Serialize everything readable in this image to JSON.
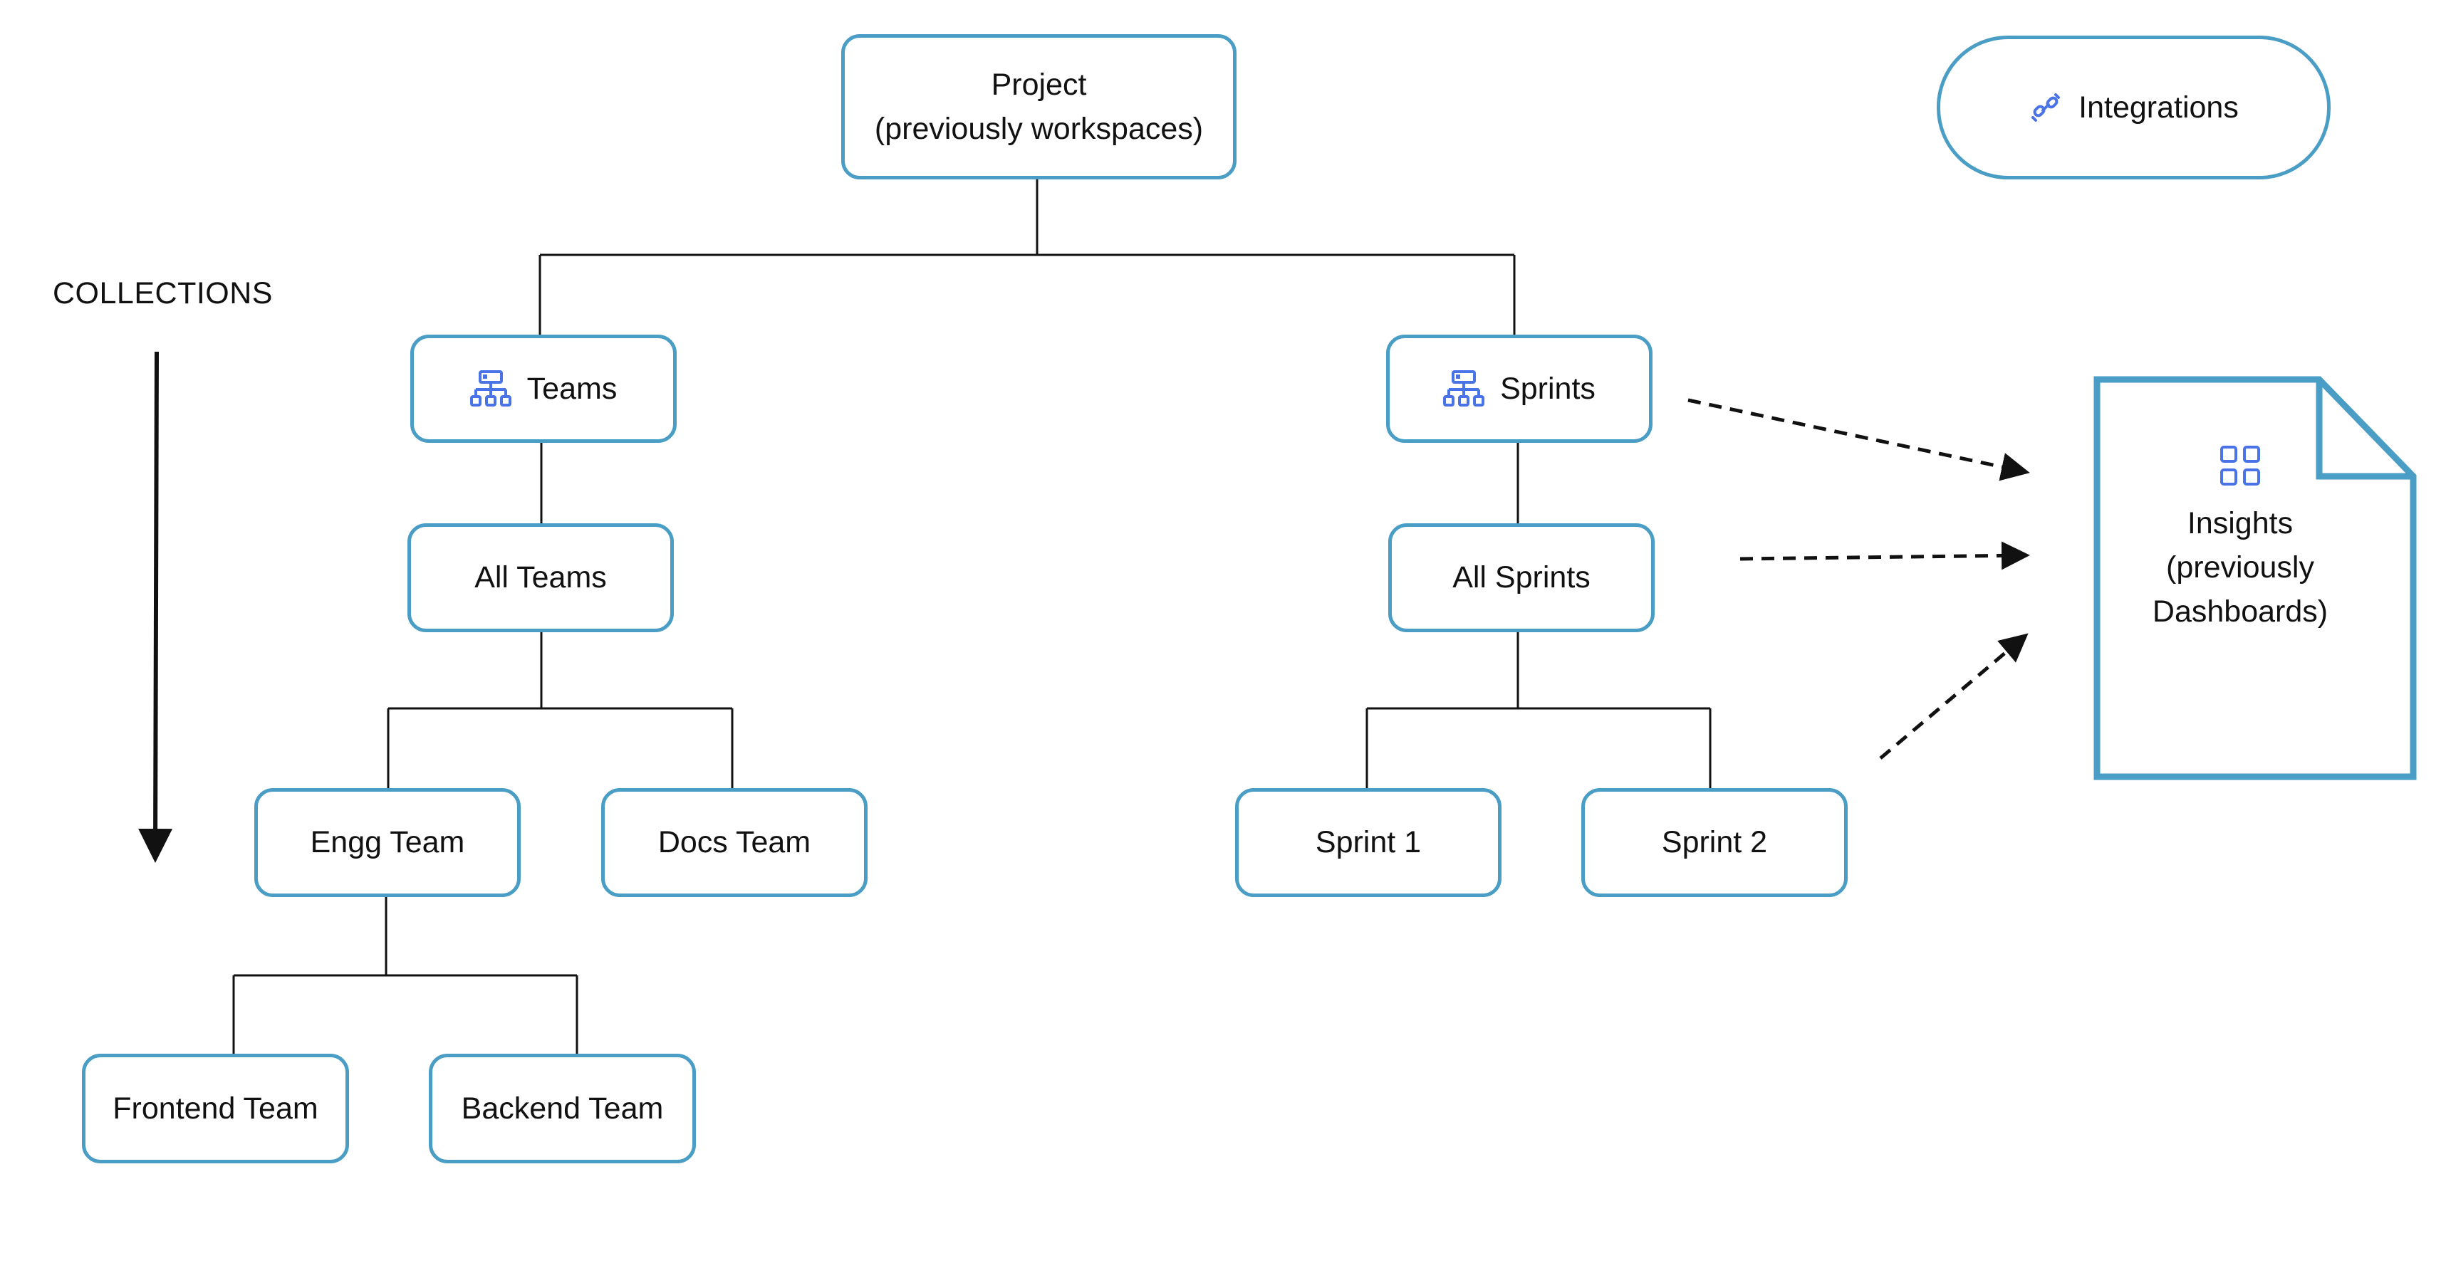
{
  "diagram": {
    "side_label": "COLLECTIONS",
    "project": {
      "line1": "Project",
      "line2": "(previously workspaces)"
    },
    "integrations": {
      "label": "Integrations",
      "icon": "link-icon"
    },
    "teams": {
      "label": "Teams",
      "icon": "org-chart-icon"
    },
    "sprints": {
      "label": "Sprints",
      "icon": "org-chart-icon"
    },
    "all_teams": {
      "label": "All Teams"
    },
    "all_sprints": {
      "label": "All Sprints"
    },
    "engg_team": {
      "label": "Engg Team"
    },
    "docs_team": {
      "label": "Docs Team"
    },
    "frontend_team": {
      "label": "Frontend Team"
    },
    "backend_team": {
      "label": "Backend Team"
    },
    "sprint1": {
      "label": "Sprint 1"
    },
    "sprint2": {
      "label": "Sprint 2"
    },
    "insights": {
      "line1": "Insights",
      "line2": "(previously",
      "line3": "Dashboards)",
      "icon": "grid-icon"
    },
    "colors": {
      "node_border": "#4a9dc4",
      "connector": "#111111",
      "icon": "#4a73e8"
    }
  }
}
